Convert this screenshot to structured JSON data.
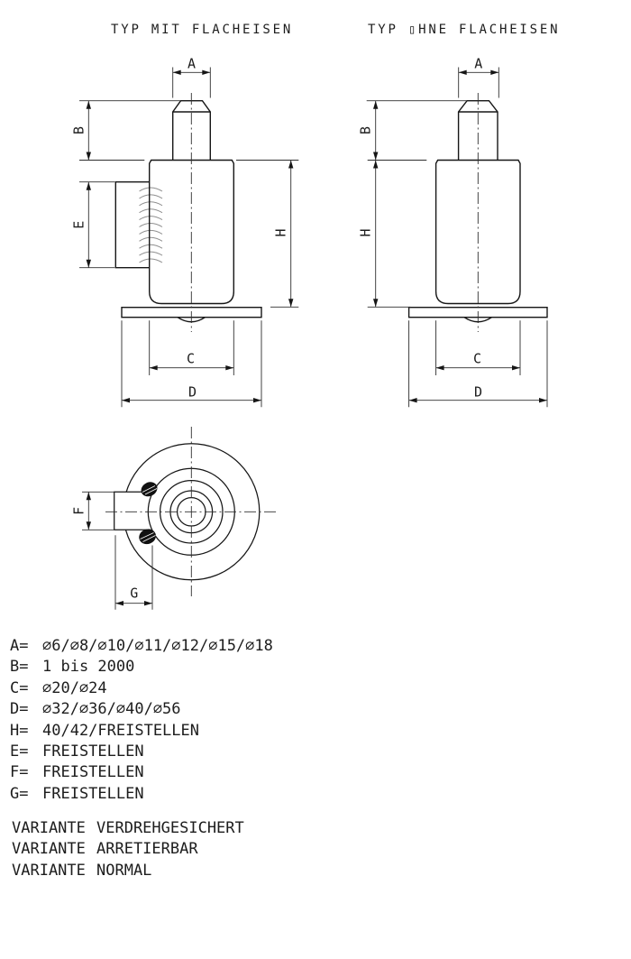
{
  "colors": {
    "background": "#ffffff",
    "line": "#161616",
    "thin_line": "#2e2e2e",
    "weld_texture": "#8f8f8f"
  },
  "titles": {
    "left": "TYP MIT FLACHEISEN",
    "right": "TYP ▯HNE FLACHEISEN"
  },
  "dims": {
    "a": "A",
    "b": "B",
    "c": "C",
    "d": "D",
    "e": "E",
    "f": "F",
    "g": "G",
    "h": "H"
  },
  "legend": {
    "rows": [
      {
        "label": "A=",
        "value": "∅6/∅8/∅10/∅11/∅12/∅15/∅18"
      },
      {
        "label": "B=",
        "value": "1 bis 2000"
      },
      {
        "label": "C=",
        "value": "∅20/∅24"
      },
      {
        "label": "D=",
        "value": "∅32/∅36/∅40/∅56"
      },
      {
        "label": "H=",
        "value": "40/42/FREISTELLEN"
      },
      {
        "label": "E=",
        "value": "FREISTELLEN"
      },
      {
        "label": "F=",
        "value": "FREISTELLEN"
      },
      {
        "label": "G=",
        "value": "FREISTELLEN"
      }
    ]
  },
  "variants": {
    "rows": [
      {
        "label": "VARIANTE",
        "value": "VERDREHGESICHERT"
      },
      {
        "label": "VARIANTE",
        "value": "ARRETIERBAR"
      },
      {
        "label": "VARIANTE",
        "value": "NORMAL"
      }
    ]
  }
}
